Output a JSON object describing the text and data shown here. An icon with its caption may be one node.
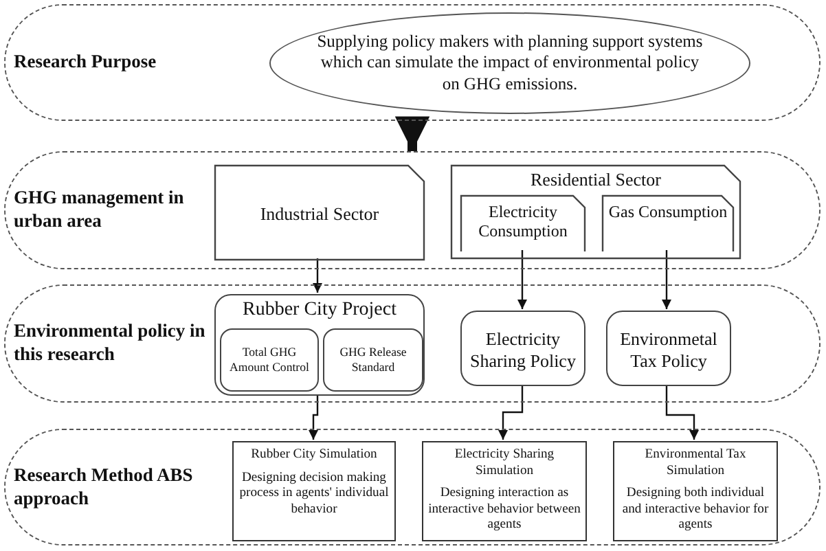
{
  "diagram": {
    "nodes": [
      {
        "text": [
          "Research Purpose"
        ]
      },
      {
        "text": [
          "Supplying policy makers with planning support systems which can simulate the impact of environmental policy on GHG emissions."
        ],
        "in": 0
      },
      {
        "text": [
          "GHG management in urban area"
        ]
      },
      {
        "text": [
          "Industrial Sector"
        ],
        "in": 2
      },
      {
        "text": [
          "Residential Sector"
        ],
        "in": 2
      },
      {
        "text": [
          "Electricity Consumption"
        ],
        "in": 4
      },
      {
        "text": [
          "Gas Consumption"
        ],
        "in": 4
      },
      {
        "text": [
          "Environmental policy in this research"
        ]
      },
      {
        "text": [
          "Rubber City Project"
        ],
        "in": 7
      },
      {
        "text": [
          "Total GHG Amount Control"
        ],
        "in": 8
      },
      {
        "text": [
          "GHG Release Standard"
        ],
        "in": 8
      },
      {
        "text": [
          "Electricity Sharing Policy"
        ],
        "in": 7
      },
      {
        "text": [
          "Environmetal Tax Policy"
        ],
        "in": 7
      },
      {
        "text": [
          "Research Method ABS approach"
        ]
      },
      {
        "text": [
          "Rubber City Simulation",
          "Designing decision making process in agents' individual behavior"
        ],
        "in": 13
      },
      {
        "text": [
          "Electricity Sharing Simulation",
          "Designing interaction as interactive behavior between agents"
        ],
        "in": 13
      },
      {
        "text": [
          "Environmental Tax Simulation",
          "Designing both individual and interactive behavior for agents"
        ],
        "in": 13
      }
    ],
    "edges": [
      {
        "from": 0,
        "to": 2,
        "arrow": "to",
        "style": "thick"
      },
      {
        "from": 3,
        "to": 8,
        "arrow": "to"
      },
      {
        "from": 5,
        "to": 11,
        "arrow": "to"
      },
      {
        "from": 6,
        "to": 12,
        "arrow": "to"
      },
      {
        "from": 8,
        "to": 14,
        "arrow": "to"
      },
      {
        "from": 11,
        "to": 15,
        "arrow": "to"
      },
      {
        "from": 12,
        "to": 16,
        "arrow": "to"
      }
    ]
  }
}
